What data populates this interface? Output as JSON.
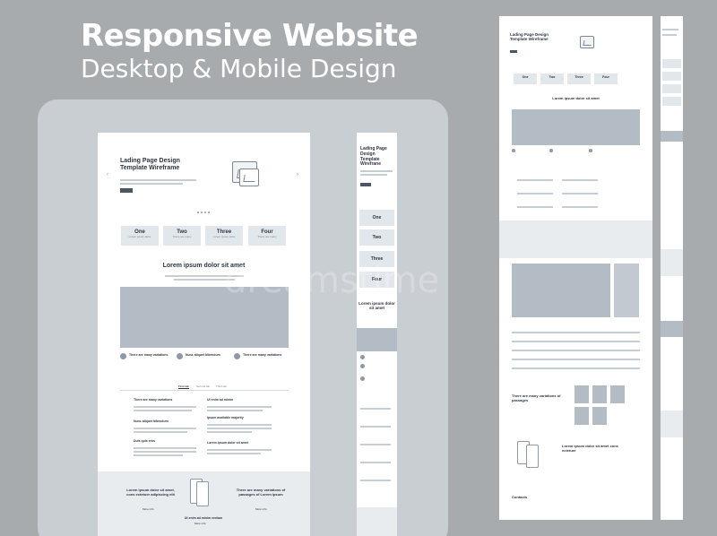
{
  "heading": {
    "line1": "Responsive Website",
    "line2": "Desktop & Mobile Design"
  },
  "desktop": {
    "hero_title": "Lading Page Design Template Wireframe",
    "tabs": [
      {
        "label": "One",
        "sub": "Lorem ipsum dolor"
      },
      {
        "label": "Two",
        "sub": "There are many"
      },
      {
        "label": "Three",
        "sub": "Lorem ipsum dolor"
      },
      {
        "label": "Four",
        "sub": "There are many"
      }
    ],
    "section_title": "Lorem ipsum dolor sit amet",
    "features": [
      "There are many variations",
      "Nunc aliquet bibendum",
      "There are many variations"
    ],
    "content_tabs": [
      "First tab",
      "Second tab",
      "Third tab"
    ],
    "col_left": [
      "There are many variations",
      "Nunc aliquet bibendum",
      "Duis quis eros"
    ],
    "col_right": [
      "Ut enim ad minim",
      "Ipsum available majority",
      "Lorem ipsum dolor sit amet"
    ],
    "band": {
      "left": "Lorem ipsum dolor sit amet, cons ectetuer adipiscing elit",
      "center": "Ut enim ad minim veniam",
      "right": "There are many variations of passages of Lorem Ipsum",
      "more": "More info"
    }
  },
  "tablet": {
    "hero_title": "Lading Page Design Template Wirefrane",
    "tabs": [
      "One",
      "Two",
      "Three",
      "Four"
    ],
    "section_title": "Lorem ipsum dolor sit amet"
  },
  "wide": {
    "hero_title": "Lading Page Design Template Wireframe",
    "tabs": [
      "One",
      "Two",
      "Three",
      "Four"
    ],
    "section_title": "Lorem ipsum dolor sit amet",
    "variations": "There are many variations of passages",
    "lorem2": "Lorem ipsum dolor sit amet cons ectetuer",
    "contacts": "Contacts"
  },
  "watermark": "dreamstime"
}
